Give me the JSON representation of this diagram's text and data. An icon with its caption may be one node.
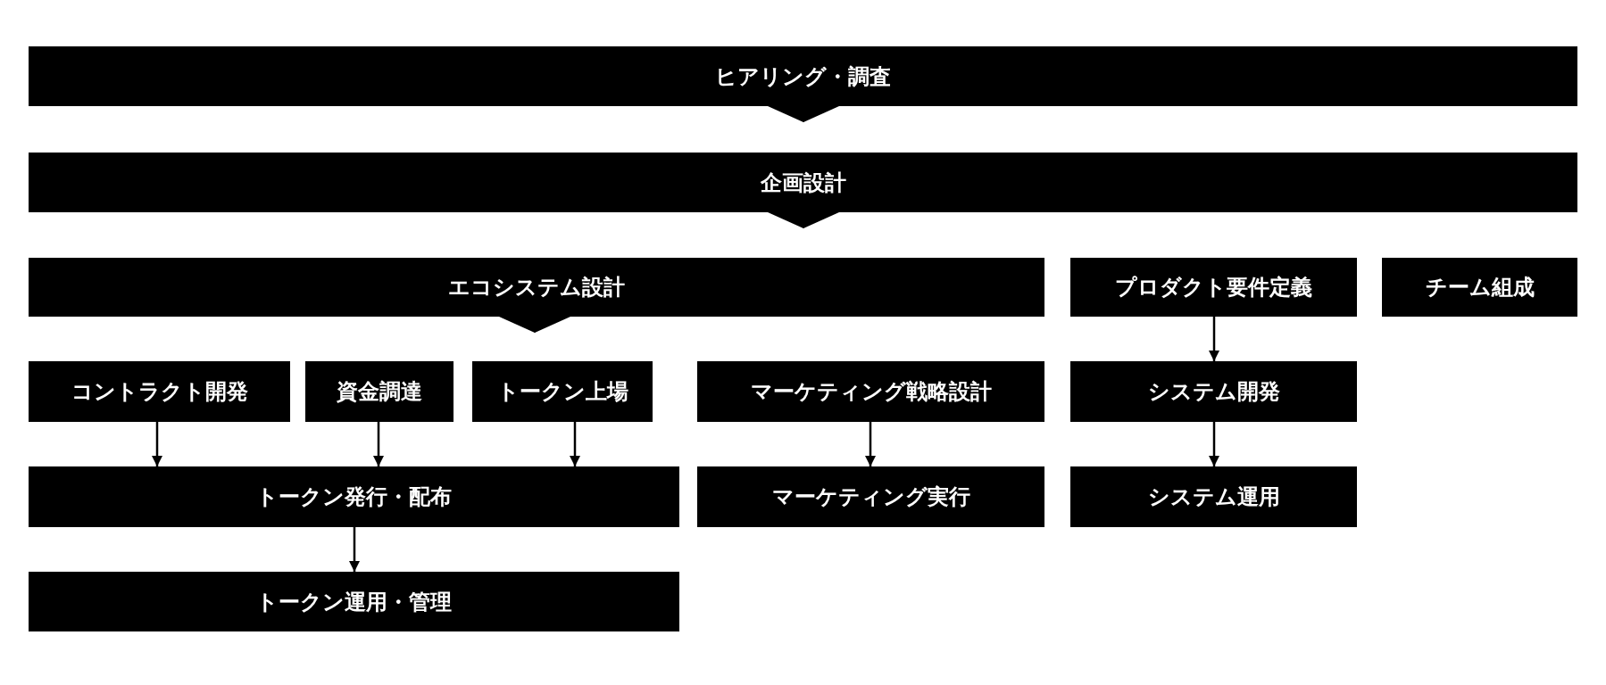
{
  "diagram": {
    "nodes": [
      {
        "text": [
          "ヒアリング・調査"
        ]
      },
      {
        "text": [
          "企画設計"
        ]
      },
      {
        "text": [
          "エコシステム設計"
        ]
      },
      {
        "text": [
          "プロダクト要件定義"
        ]
      },
      {
        "text": [
          "チーム組成"
        ]
      },
      {
        "text": [
          "コントラクト開発"
        ]
      },
      {
        "text": [
          "資金調達"
        ]
      },
      {
        "text": [
          "トークン上場"
        ]
      },
      {
        "text": [
          "マーケティング戦略設計"
        ]
      },
      {
        "text": [
          "システム開発"
        ]
      },
      {
        "text": [
          "トークン発行・配布"
        ]
      },
      {
        "text": [
          "マーケティング実行"
        ]
      },
      {
        "text": [
          "システム運用"
        ]
      },
      {
        "text": [
          "トークン運用・管理"
        ]
      }
    ],
    "edges": [
      {
        "from": 0,
        "to": 1,
        "arrow": "to"
      },
      {
        "from": 1,
        "to": 2,
        "arrow": "to"
      },
      {
        "from": 2,
        "to": 7,
        "arrow": "to"
      },
      {
        "from": 3,
        "to": 9,
        "arrow": "to"
      },
      {
        "from": 5,
        "to": 10,
        "arrow": "to"
      },
      {
        "from": 6,
        "to": 10,
        "arrow": "to"
      },
      {
        "from": 7,
        "to": 10,
        "arrow": "to"
      },
      {
        "from": 8,
        "to": 11,
        "arrow": "to"
      },
      {
        "from": 9,
        "to": 12,
        "arrow": "to"
      },
      {
        "from": 10,
        "to": 13,
        "arrow": "to"
      }
    ]
  }
}
